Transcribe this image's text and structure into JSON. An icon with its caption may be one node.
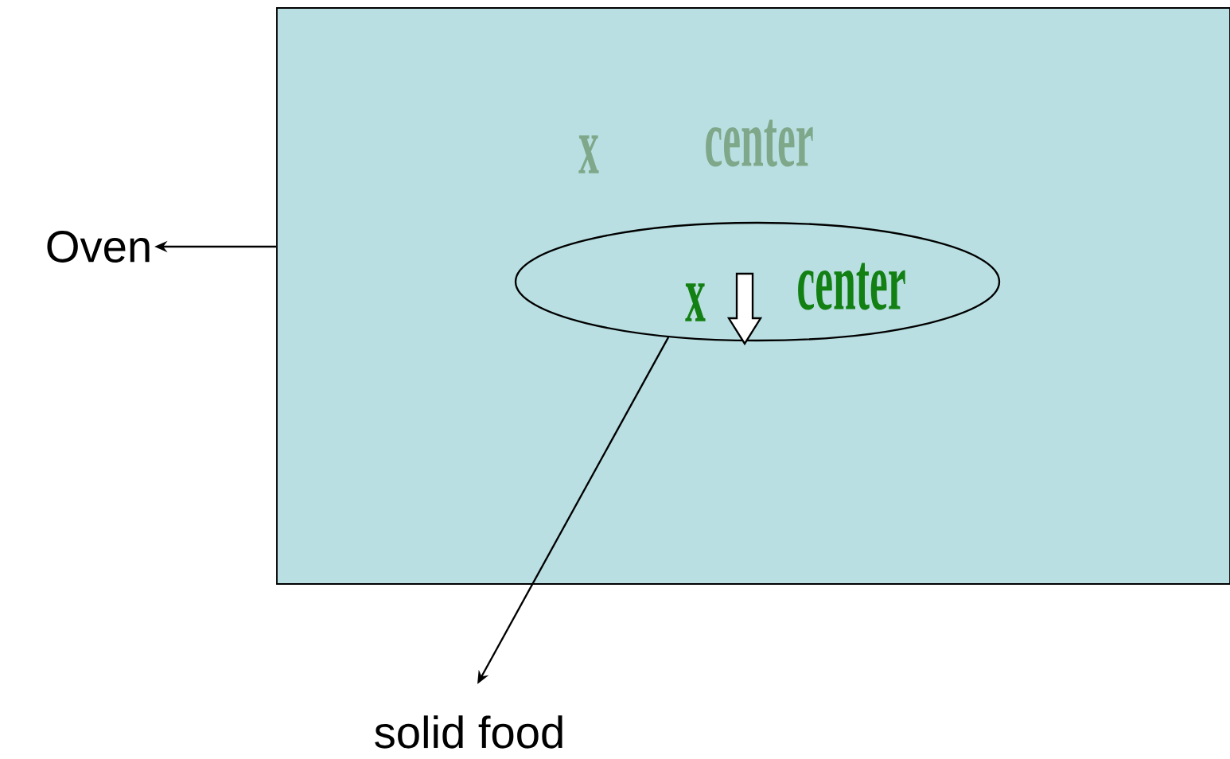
{
  "diagram": {
    "nodes": [
      {
        "text": [],
        "shape": "box"
      },
      {
        "text": [
          "Oven"
        ]
      },
      {
        "text": [
          "x",
          "center"
        ],
        "in": 0
      },
      {
        "text": [
          "solid food"
        ]
      }
    ],
    "edges": [
      {
        "from": 0,
        "to": 1,
        "arrow": "to"
      },
      {
        "from": 2,
        "to": 3,
        "arrow": "to"
      }
    ],
    "labels": [
      "x",
      "center"
    ]
  }
}
